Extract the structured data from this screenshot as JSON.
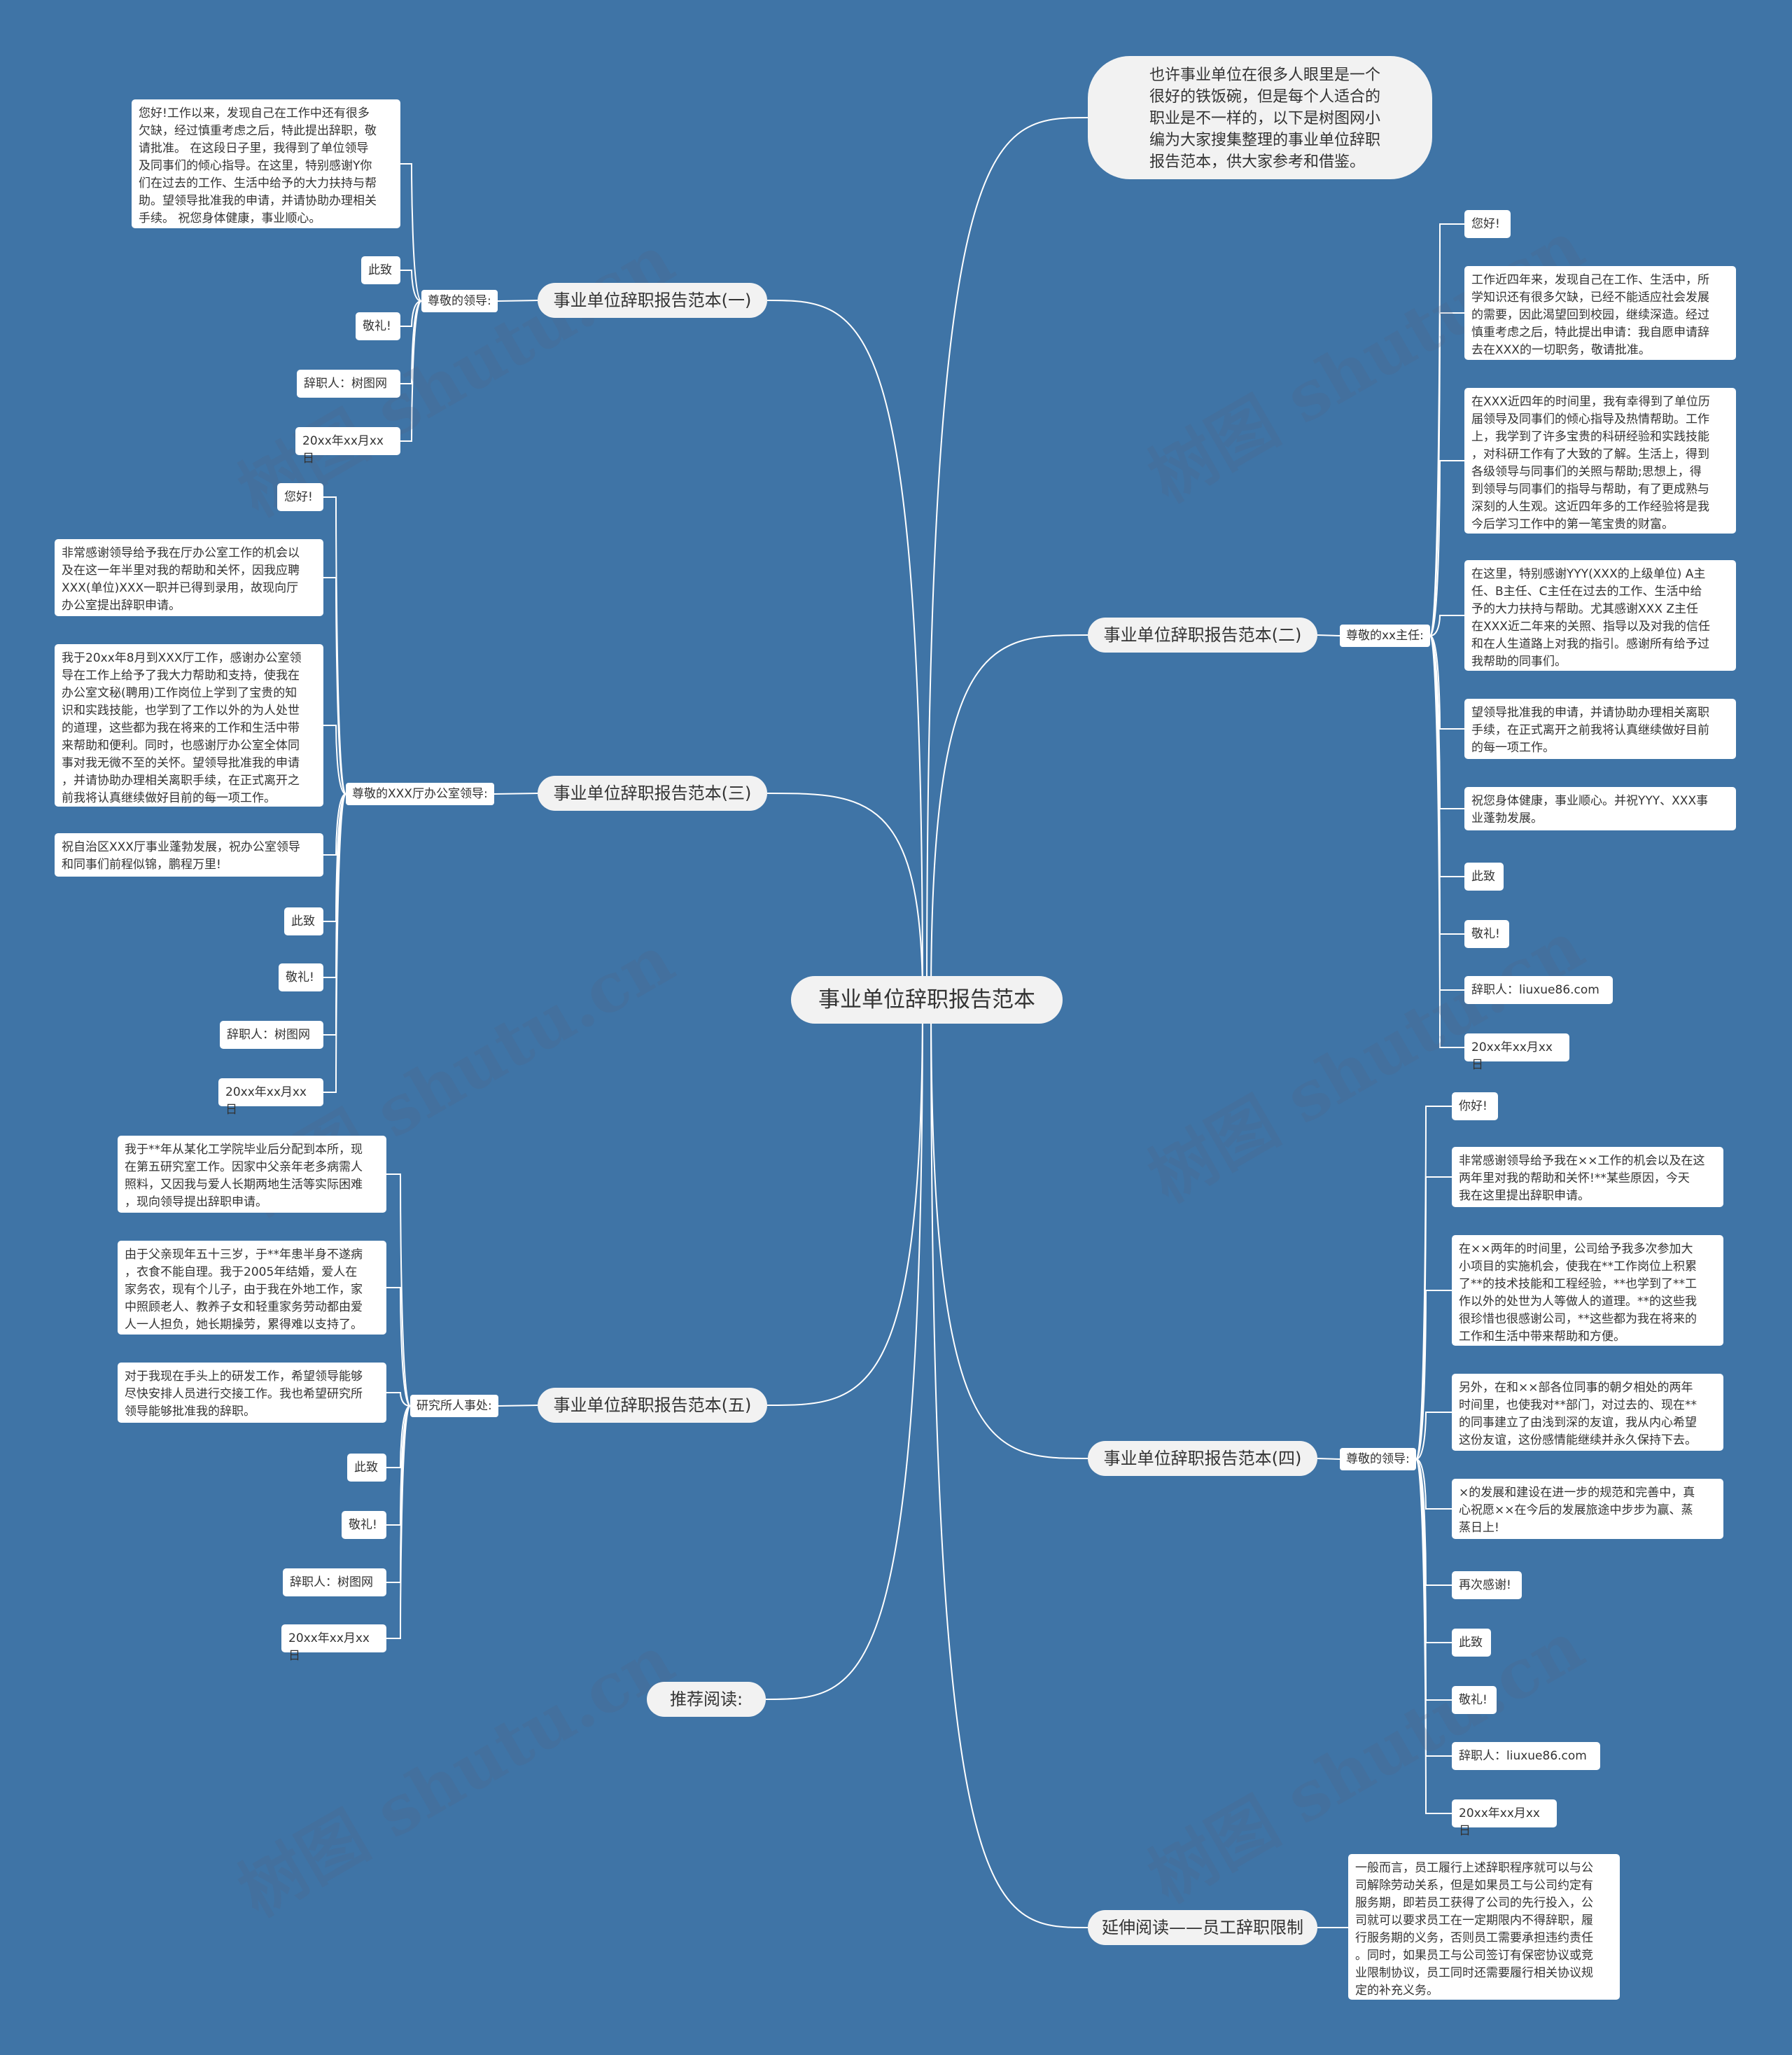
{
  "root": "事业单位辞职报告范本",
  "intro": "也许事业单位在很多人眼里是一个\n很好的铁饭碗，但是每个人适合的\n职业是不一样的，以下是树图网小\n编为大家搜集整理的事业单位辞职\n报告范本，供大家参考和借鉴。",
  "watermark": "树图 shutu.cn",
  "branches": {
    "b1": {
      "label": "事业单位辞职报告范本(一)",
      "greeting": "尊敬的领导:",
      "items": [
        "您好!工作以来，发现自己在工作中还有很多\n欠缺，经过慎重考虑之后，特此提出辞职，敬\n请批准。  在这段日子里，我得到了单位领导\n及同事们的倾心指导。在这里，特别感谢Y你\n们在过去的工作、生活中给予的大力扶持与帮\n助。望领导批准我的申请，并请协助办理相关\n手续。  祝您身体健康，事业顺心。",
        "此致",
        "敬礼!",
        "辞职人：树图网",
        "20xx年xx月xx日"
      ]
    },
    "b2": {
      "label": "事业单位辞职报告范本(二)",
      "greeting": "尊敬的xx主任:",
      "items": [
        "您好!",
        "工作近四年来，发现自己在工作、生活中，所\n学知识还有很多欠缺，已经不能适应社会发展\n的需要，因此渴望回到校园，继续深造。经过\n慎重考虑之后，特此提出申请：我自愿申请辞\n去在XXX的一切职务，敬请批准。",
        "在XXX近四年的时间里，我有幸得到了单位历\n届领导及同事们的倾心指导及热情帮助。工作\n上，我学到了许多宝贵的科研经验和实践技能\n，对科研工作有了大致的了解。生活上，得到\n各级领导与同事们的关照与帮助;思想上，得\n到领导与同事们的指导与帮助，有了更成熟与\n深刻的人生观。这近四年多的工作经验将是我\n今后学习工作中的第一笔宝贵的财富。",
        "在这里，特别感谢YYY(XXX的上级单位) A主\n任、B主任、C主任在过去的工作、生活中给\n予的大力扶持与帮助。尤其感谢XXX  Z主任\n在XXX近二年来的关照、指导以及对我的信任\n和在人生道路上对我的指引。感谢所有给予过\n我帮助的同事们。",
        "望领导批准我的申请，并请协助办理相关离职\n手续，在正式离开之前我将认真继续做好目前\n的每一项工作。",
        "祝您身体健康，事业顺心。并祝YYY、XXX事\n业蓬勃发展。",
        "此致",
        "敬礼!",
        "辞职人：liuxue86.com",
        "20xx年xx月xx日"
      ]
    },
    "b3": {
      "label": "事业单位辞职报告范本(三)",
      "greeting": "尊敬的XXX厅办公室领导:",
      "items": [
        "您好!",
        "非常感谢领导给予我在厅办公室工作的机会以\n及在这一年半里对我的帮助和关怀，因我应聘\nXXX(单位)XXX一职并已得到录用，故现向厅\n办公室提出辞职申请。",
        "我于20xx年8月到XXX厅工作，感谢办公室领\n导在工作上给予了我大力帮助和支持，使我在\n办公室文秘(聘用)工作岗位上学到了宝贵的知\n识和实践技能，也学到了工作以外的为人处世\n的道理，这些都为我在将来的工作和生活中带\n来帮助和便利。同时，也感谢厅办公室全体同\n事对我无微不至的关怀。望领导批准我的申请\n，并请协助办理相关离职手续，在正式离开之\n前我将认真继续做好目前的每一项工作。",
        "祝自治区XXX厅事业蓬勃发展，祝办公室领导\n和同事们前程似锦，鹏程万里!",
        "此致",
        "敬礼!",
        "辞职人：树图网",
        "20xx年xx月xx日"
      ]
    },
    "b4": {
      "label": "事业单位辞职报告范本(四)",
      "greeting": "尊敬的领导:",
      "items": [
        "你好!",
        "非常感谢领导给予我在××工作的机会以及在这\n两年里对我的帮助和关怀!**某些原因，今天\n我在这里提出辞职申请。",
        "在××两年的时间里，公司给予我多次参加大\n小项目的实施机会，使我在**工作岗位上积累\n了**的技术技能和工程经验，**也学到了**工\n作以外的处世为人等做人的道理。**的这些我\n很珍惜也很感谢公司，**这些都为我在将来的\n工作和生活中带来帮助和方便。",
        "另外，在和××部各位同事的朝夕相处的两年\n时间里，也使我对**部门，对过去的、现在**\n的同事建立了由浅到深的友谊，我从内心希望\n这份友谊，这份感情能继续并永久保持下去。",
        "×的发展和建设在进一步的规范和完善中，真\n心祝愿××在今后的发展旅途中步步为赢、蒸\n蒸日上!",
        "再次感谢!",
        "此致",
        "敬礼!",
        "辞职人：liuxue86.com",
        "20xx年xx月xx日"
      ]
    },
    "b5": {
      "label": "事业单位辞职报告范本(五)",
      "greeting": "研究所人事处:",
      "items": [
        "我于**年从某化工学院毕业后分配到本所，现\n在第五研究室工作。因家中父亲年老多病需人\n照料，又因我与爱人长期两地生活等实际困难\n，现向领导提出辞职申请。",
        "由于父亲现年五十三岁，于**年患半身不遂病\n，衣食不能自理。我于2005年结婚，爱人在\n家务农，现有个儿子，由于我在外地工作，家\n中照顾老人、教养子女和轻重家务劳动都由爱\n人一人担负，她长期操劳，累得难以支持了。",
        "对于我现在手头上的研发工作，希望领导能够\n尽快安排人员进行交接工作。我也希望研究所\n领导能够批准我的辞职。",
        "此致",
        "敬礼!",
        "辞职人：树图网",
        "20xx年xx月xx日"
      ]
    },
    "rec": {
      "label": "推荐阅读:"
    },
    "ext": {
      "label": "延伸阅读——员工辞职限制",
      "items": [
        "一般而言，员工履行上述辞职程序就可以与公\n司解除劳动关系，但是如果员工与公司约定有\n服务期，即若员工获得了公司的先行投入，公\n司就可以要求员工在一定期限内不得辞职，履\n行服务期的义务，否则员工需要承担违约责任\n。同时，如果员工与公司签订有保密协议或竞\n业限制协议，员工同时还需要履行相关协议规\n定的补充义务。"
      ]
    }
  }
}
